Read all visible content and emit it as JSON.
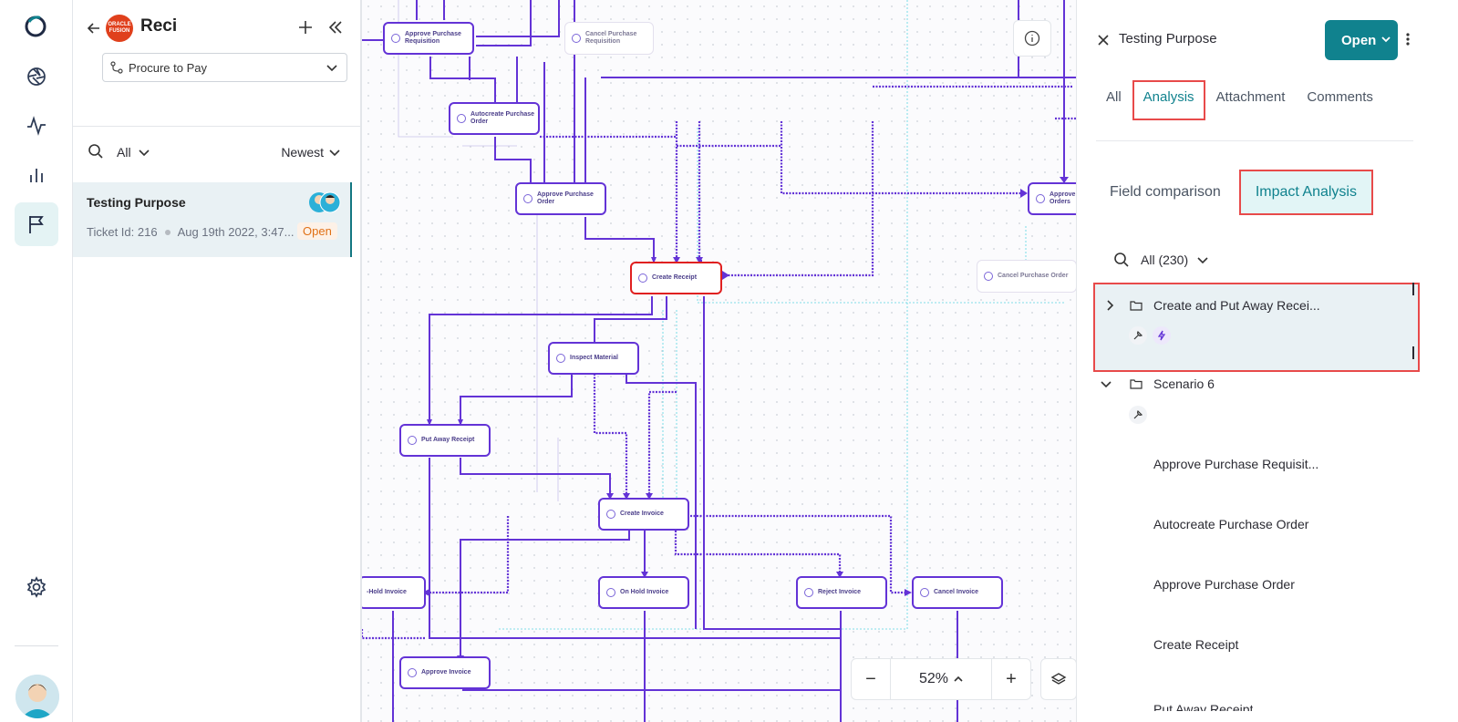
{
  "sidebar": {
    "items": [
      "logo-icon",
      "aperture-icon",
      "pulse-icon",
      "bar-chart-icon",
      "flag-icon",
      "gear-icon"
    ],
    "active": "flag-icon"
  },
  "list_panel": {
    "title": "Reci",
    "brand_logo_lines": [
      "ORACLE",
      "FUSION"
    ],
    "process": "Procure to Pay",
    "filter": "All",
    "sort": "Newest",
    "tickets": [
      {
        "title": "Testing Purpose",
        "ticket_id": "Ticket Id: 216",
        "date": "Aug 19th 2022, 3:47...",
        "status": "Open"
      }
    ]
  },
  "canvas": {
    "nodes": [
      {
        "label": "Approve Purchase\nRequisition"
      },
      {
        "label": "Cancel Purchase\nRequisition"
      },
      {
        "label": "Autocreate Purchase\nOrder"
      },
      {
        "label": "Approve Purchase\nOrder"
      },
      {
        "label": "Create Receipt"
      },
      {
        "label": "Cancel Purchase Order"
      },
      {
        "label": "Approve P\nOrders"
      },
      {
        "label": "Inspect Material"
      },
      {
        "label": "Put Away Receipt"
      },
      {
        "label": "Create Invoice"
      },
      {
        "label": "-Hold Invoice"
      },
      {
        "label": "On Hold Invoice"
      },
      {
        "label": "Reject Invoice"
      },
      {
        "label": "Cancel Invoice"
      },
      {
        "label": "Approve Invoice"
      }
    ],
    "zoom": "52%",
    "colors": {
      "edge": "#6333d6",
      "edge_alt": "#5ad4e0",
      "selected": "#e02020"
    }
  },
  "detail": {
    "title": "Testing Purpose",
    "open_button": "Open",
    "tabs": [
      "All",
      "Analysis",
      "Attachment",
      "Comments"
    ],
    "active_tab": "Analysis",
    "subtabs": [
      "Field comparison",
      "Impact Analysis"
    ],
    "active_subtab": "Impact Analysis",
    "filter": "All (230)",
    "groups": [
      {
        "name": "Create and Put Away Recei...",
        "expanded": false
      },
      {
        "name": "Scenario 6",
        "expanded": true,
        "items": [
          "Approve Purchase Requisit...",
          "Autocreate Purchase Order",
          "Approve Purchase Order",
          "Create Receipt",
          "Put Away Receipt"
        ]
      }
    ],
    "accent_color": "#10828e",
    "highlight_color": "#e84a4a"
  }
}
